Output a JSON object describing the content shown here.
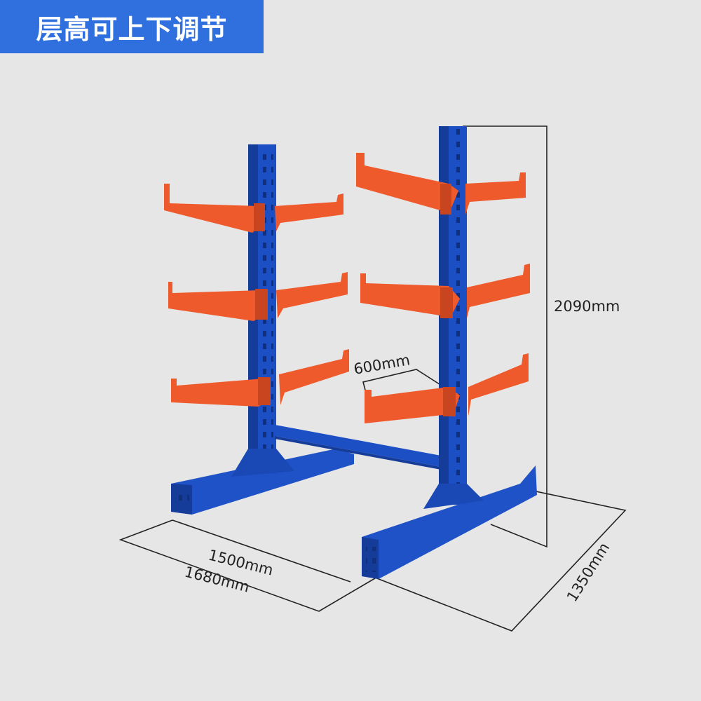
{
  "banner": {
    "text": "层高可上下调节"
  },
  "dimensions": {
    "height": "2090mm",
    "arm_length": "600mm",
    "column_spacing": "1500mm",
    "overall_width": "1680mm",
    "depth": "1350mm"
  },
  "colors": {
    "banner": "#2f6fde",
    "column": "#1d4fc4",
    "column_dark": "#163c9a",
    "arm": "#ef5a2c",
    "arm_dark": "#c8451f",
    "background": "#e6e6e6",
    "dimension_line": "#222222"
  }
}
